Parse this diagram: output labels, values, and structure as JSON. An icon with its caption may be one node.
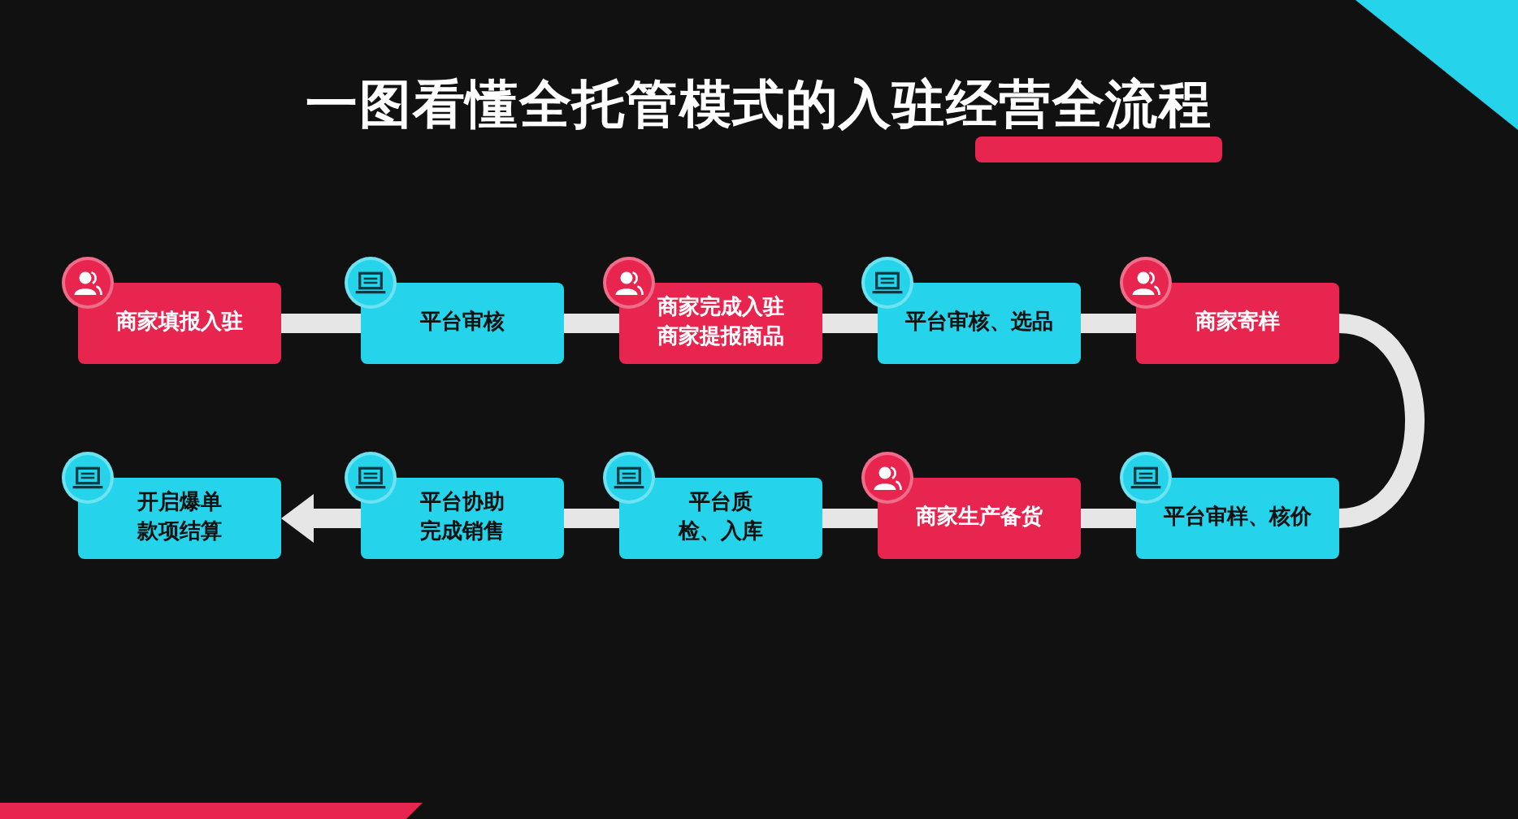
{
  "diagram": {
    "title": "一图看懂全托管模式的入驻经营全流程",
    "nodes": [
      {
        "text": [
          "商家填报入驻"
        ]
      },
      {
        "text": [
          "平台审核"
        ]
      },
      {
        "text": [
          "商家完成入驻商家提报商品"
        ]
      },
      {
        "text": [
          "平台审核、选品"
        ]
      },
      {
        "text": [
          "商家寄样"
        ]
      },
      {
        "text": [
          "平台审样、核价"
        ]
      },
      {
        "text": [
          "商家生产备货"
        ]
      },
      {
        "text": [
          "平台质检、入库"
        ]
      },
      {
        "text": [
          "平台协助完成销售"
        ]
      },
      {
        "text": [
          "开启爆单款项结算"
        ]
      }
    ],
    "edges": [
      {
        "from": 0,
        "to": 1,
        "arrow": "none"
      },
      {
        "from": 1,
        "to": 2,
        "arrow": "none"
      },
      {
        "from": 2,
        "to": 3,
        "arrow": "none"
      },
      {
        "from": 3,
        "to": 4,
        "arrow": "none"
      },
      {
        "from": 4,
        "to": 5,
        "arrow": "none"
      },
      {
        "from": 5,
        "to": 6,
        "arrow": "none"
      },
      {
        "from": 6,
        "to": 7,
        "arrow": "none"
      },
      {
        "from": 7,
        "to": 8,
        "arrow": "none"
      },
      {
        "from": 8,
        "to": 9,
        "arrow": "to"
      }
    ]
  }
}
